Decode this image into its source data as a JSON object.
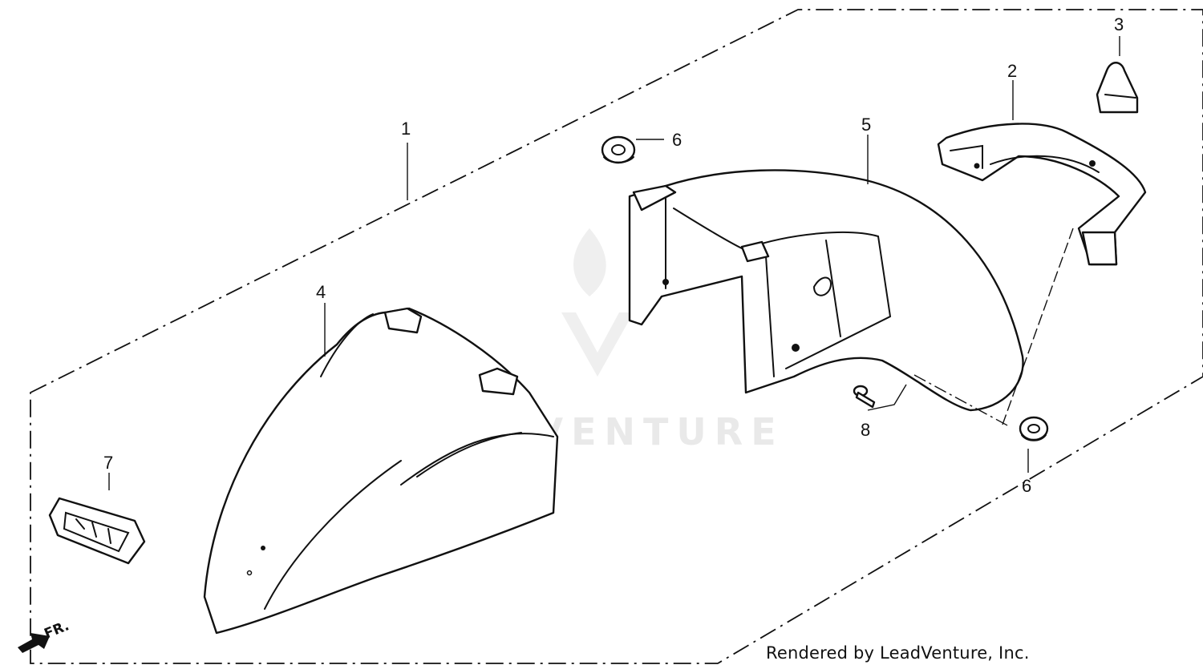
{
  "callouts": {
    "c1": "1",
    "c2": "2",
    "c3": "3",
    "c4": "4",
    "c5": "5",
    "c6a": "6",
    "c6b": "6",
    "c7": "7",
    "c8": "8"
  },
  "direction": {
    "label": "FR."
  },
  "watermark": {
    "text": "LEADVENTURE"
  },
  "footer": {
    "credit": "Rendered by LeadVenture, Inc."
  },
  "colors": {
    "line": "#111111",
    "watermark": "#d8d8d8",
    "background": "#ffffff"
  }
}
